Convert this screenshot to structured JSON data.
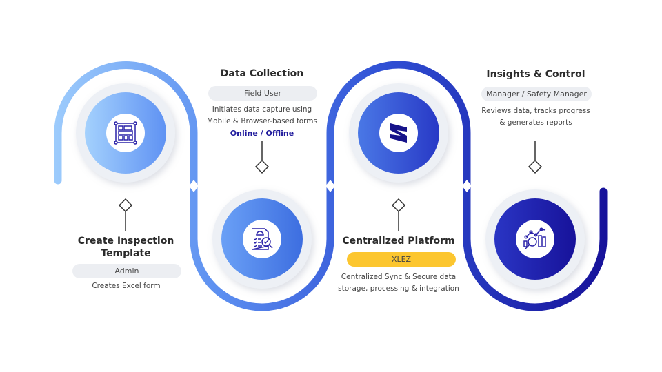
{
  "steps": [
    {
      "title_line1": "Create Inspection",
      "title_line2": "Template",
      "role": "Admin",
      "description": "Creates Excel form",
      "icon": "form-template-icon"
    },
    {
      "title": "Data Collection",
      "role": "Field User",
      "description_line1": "Initiates data capture using",
      "description_line2": "Mobile & Browser-based forms",
      "highlight": "Online / Offline",
      "icon": "inspection-document-icon"
    },
    {
      "title": "Centralized Platform",
      "role": "XLEZ",
      "description_line1": "Centralized Sync & Secure data",
      "description_line2": "storage, processing & integration",
      "icon": "xlez-logo-icon"
    },
    {
      "title": "Insights & Control",
      "role": "Manager / Safety Manager",
      "description_line1": "Reviews data, tracks progress",
      "description_line2": "& generates reports",
      "icon": "analytics-icon"
    }
  ],
  "colors": {
    "path_start": "#9ccbfc",
    "path_end": "#17129a",
    "accent": "#1f1a9c",
    "role_pill": "#eceef2",
    "platform_pill": "#fcc62f"
  }
}
